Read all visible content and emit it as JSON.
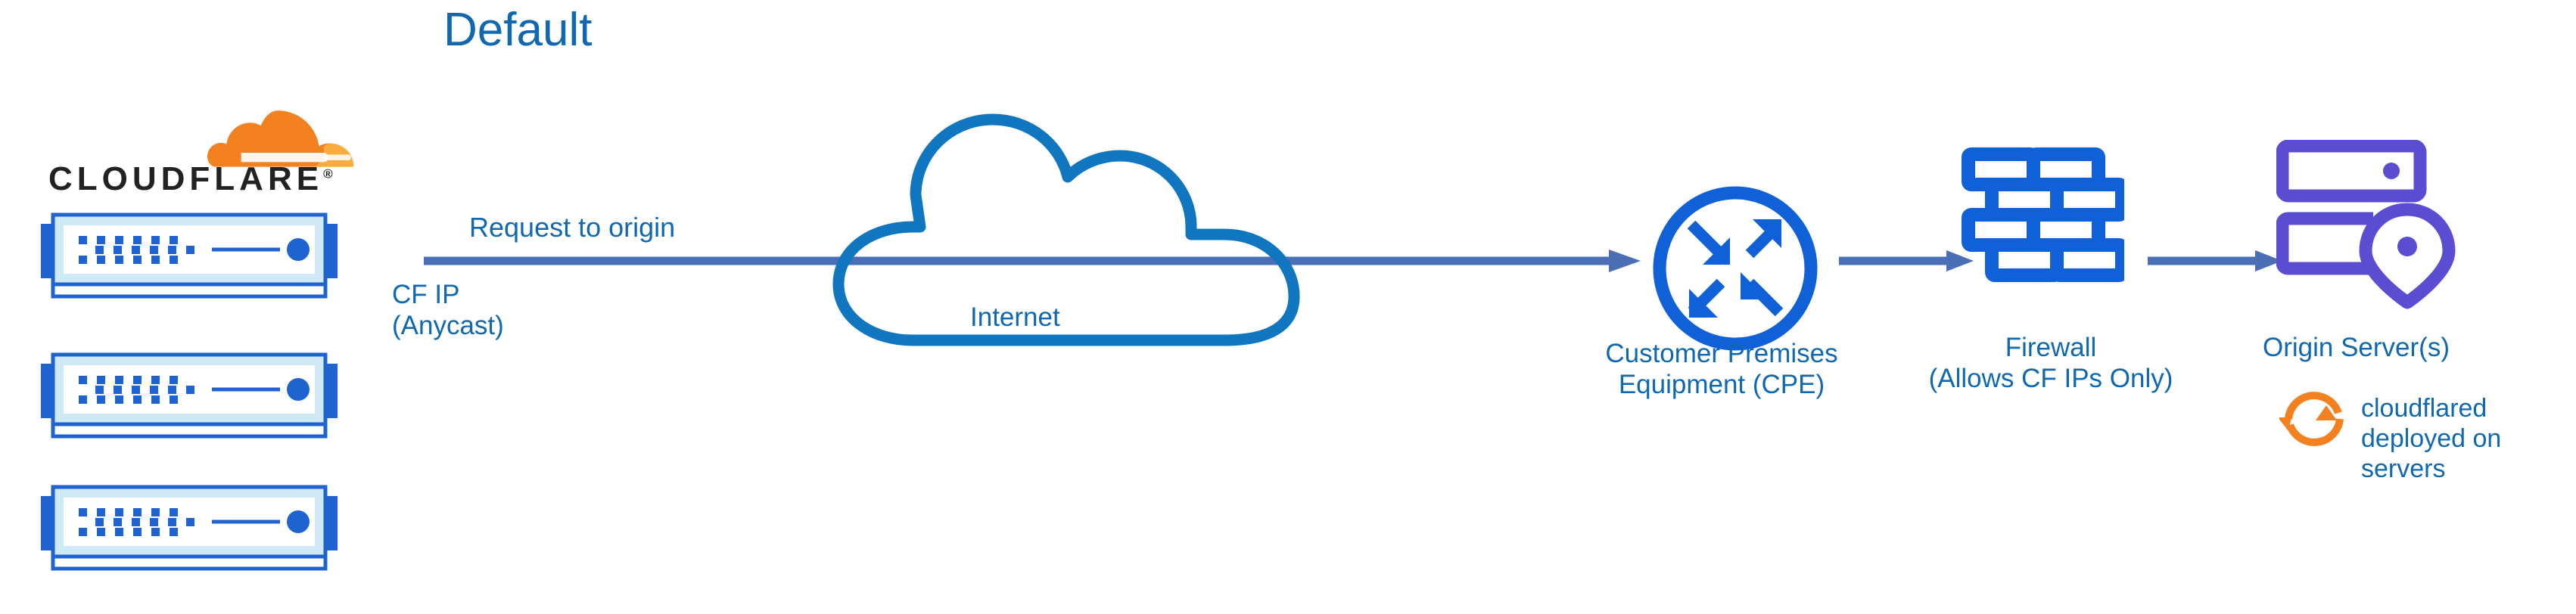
{
  "diagram": {
    "title": "Default",
    "brand": {
      "wordmark": "CLOUDFLARE",
      "registered_mark": "®",
      "logo_icon": "cloudflare-cloud-logo",
      "orange_primary": "#f48120",
      "orange_secondary": "#faad3f"
    },
    "colors": {
      "label_blue": "#1068b0",
      "icon_blue": "#1060d8",
      "cloud_outline_blue": "#1176c0",
      "arrow_blue": "#4a6fb5",
      "server_purple": "#5b4dd1",
      "rack_frame": "#cfe9f5",
      "rack_border": "#1f63d0",
      "background": "#ffffff"
    },
    "nodes": [
      {
        "id": "cloudflare-edge",
        "icon": "server-rack",
        "count": 3,
        "label": "",
        "sublabel": "CF IP\n(Anycast)"
      },
      {
        "id": "internet",
        "icon": "cloud-outline",
        "label": "Internet"
      },
      {
        "id": "cpe",
        "icon": "router-circle-arrows",
        "label": "Customer Premises\nEquipment (CPE)"
      },
      {
        "id": "firewall",
        "icon": "brick-wall",
        "label": "Firewall\n(Allows CF IPs Only)"
      },
      {
        "id": "origin-server",
        "icon": "server-stack-location-pin",
        "label": "Origin Server(s)",
        "annotation": "cloudflared\ndeployed on\nservers",
        "annotation_icon": "sync-refresh-icon"
      }
    ],
    "edges": [
      {
        "id": "edge-main",
        "from": "cloudflare-edge",
        "to": "cpe",
        "label": "Request to origin",
        "passes_through": "internet"
      },
      {
        "id": "edge-cpe-firewall",
        "from": "cpe",
        "to": "firewall",
        "label": ""
      },
      {
        "id": "edge-firewall-origin",
        "from": "firewall",
        "to": "origin-server",
        "label": ""
      }
    ],
    "labels": {
      "request_to_origin": "Request to origin",
      "cf_ip": "CF IP\n(Anycast)",
      "internet": "Internet",
      "cpe": "Customer Premises\nEquipment (CPE)",
      "firewall": "Firewall\n(Allows CF IPs Only)",
      "origin_server": "Origin Server(s)",
      "cloudflared": "cloudflared\ndeployed on\nservers"
    }
  }
}
